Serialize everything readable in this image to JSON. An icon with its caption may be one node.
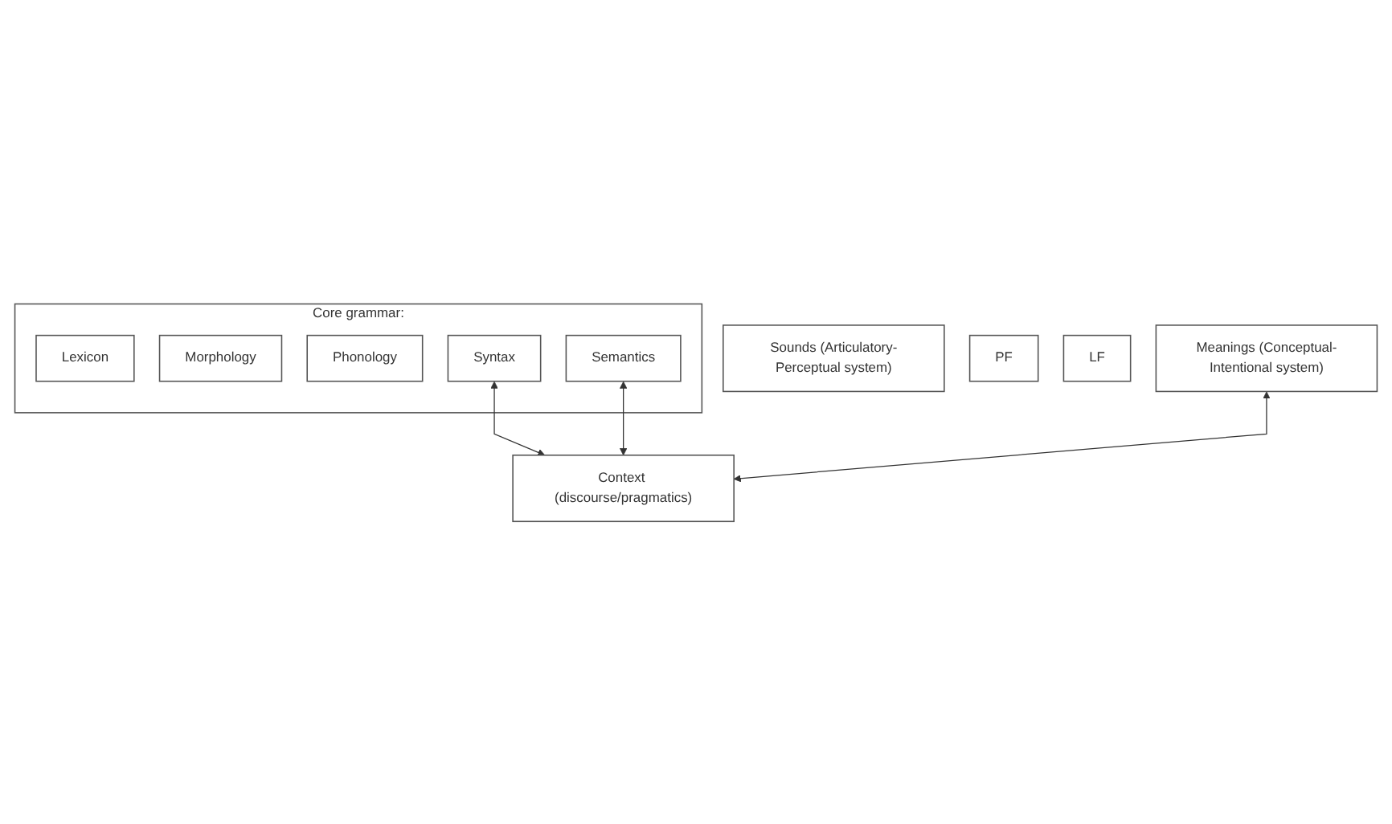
{
  "diagram": {
    "nodes": [
      {
        "text": [
          "Sounds (Articulatory-Perceptual system)"
        ]
      },
      {
        "text": [
          "PF"
        ]
      },
      {
        "text": [
          "Core grammar:"
        ]
      },
      {
        "text": [
          "Lexicon"
        ],
        "in": 2
      },
      {
        "text": [
          "Morphology"
        ],
        "in": 2
      },
      {
        "text": [
          "Phonology"
        ],
        "in": 2
      },
      {
        "text": [
          "Syntax"
        ],
        "in": 2
      },
      {
        "text": [
          "Semantics"
        ],
        "in": 2
      },
      {
        "text": [
          "LF"
        ]
      },
      {
        "text": [
          "Meanings (Conceptual-Intentional system)"
        ]
      },
      {
        "text": [
          "Context (discourse/pragmatics)"
        ]
      }
    ],
    "edges": [
      {
        "from": 6,
        "to": 10,
        "arrow": "both"
      },
      {
        "from": 7,
        "to": 10,
        "arrow": "both"
      },
      {
        "from": 9,
        "to": 10,
        "arrow": "both"
      }
    ]
  }
}
